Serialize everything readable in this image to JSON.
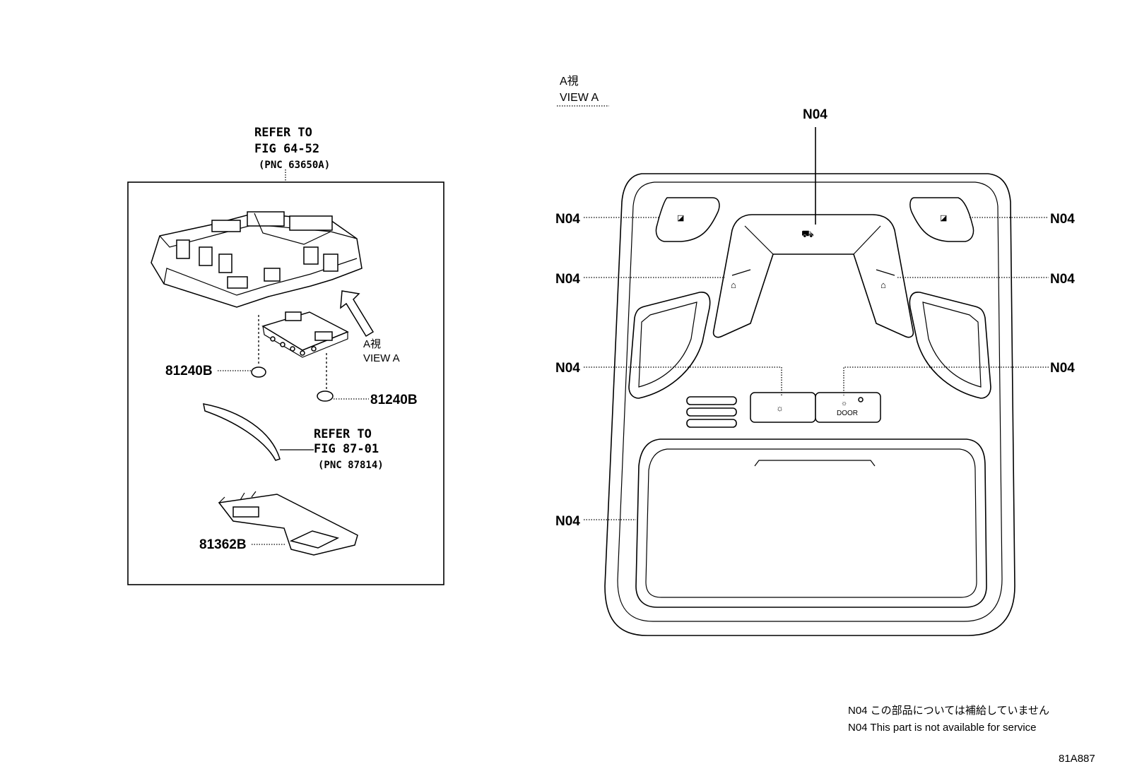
{
  "left": {
    "refer_top": [
      "REFER TO",
      "FIG 64-52",
      "(PNC 63650A)"
    ],
    "view_a_jp": "A視",
    "view_a_en": "VIEW A",
    "part_81240b_left": "81240B",
    "part_81240b_right": "81240B",
    "refer_mid": [
      "REFER TO",
      "FIG 87-01",
      "(PNC 87814)"
    ],
    "part_81362b": "81362B"
  },
  "right": {
    "view_a_jp": "A視",
    "view_a_en": "VIEW A",
    "callouts": [
      "N04",
      "N04",
      "N04",
      "N04",
      "N04",
      "N04",
      "N04",
      "N04"
    ],
    "door_label": "DOOR"
  },
  "notes": {
    "jp": "N04 この部品については補給していません",
    "en": "N04 This part is not available for service"
  },
  "figure_id": "81A887"
}
